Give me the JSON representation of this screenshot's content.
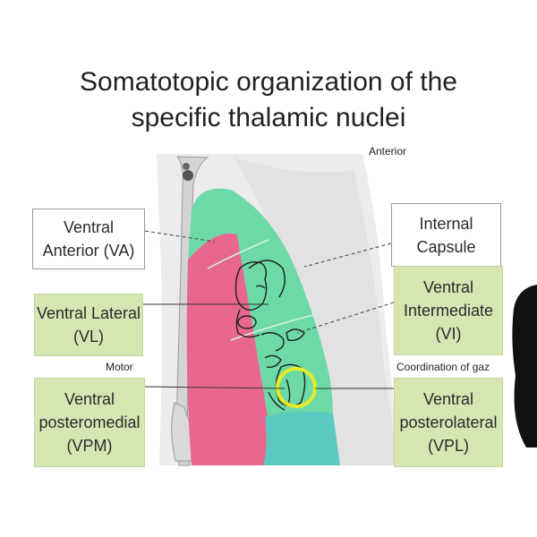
{
  "title": {
    "line1": "Somatotopic organization of the",
    "line2": "specific thalamic nuclei"
  },
  "labels": {
    "anterior": "Anterior",
    "motor": "Motor",
    "coordination": "Coordination of gaz"
  },
  "boxes": {
    "va": {
      "line1": "Ventral",
      "line2": "Anterior (VA)"
    },
    "internal_capsule": {
      "line1": "Internal",
      "line2": "Capsule"
    },
    "vl": {
      "line1": "Ventral Lateral",
      "line2": "(VL)"
    },
    "vi": {
      "line1": "Ventral",
      "line2": "Intermediate",
      "line3": "(VI)"
    },
    "vpm": {
      "line1": "Ventral",
      "line2": "posteromedial",
      "line3": "(VPM)"
    },
    "vpl": {
      "line1": "Ventral",
      "line2": "posterolateral",
      "line3": "(VPL)"
    }
  },
  "colors": {
    "ventral_anterior": "#6cd9a6",
    "ventral_medial_pink": "#e8678f",
    "ventral_posterolateral_teal": "#5cc9c3",
    "highlight_circle": "#e4ec2a",
    "label_green": "#d6e6b3"
  }
}
